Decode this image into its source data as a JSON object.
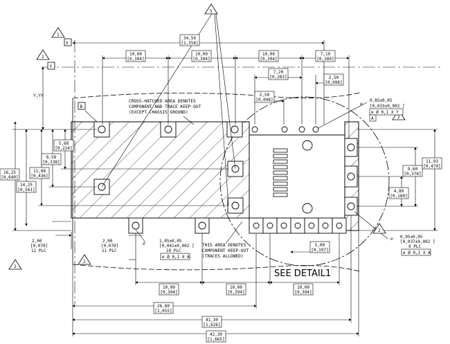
{
  "dimensions": {
    "top": [
      {
        "mm": "34,50",
        "in": "[1,358]"
      },
      {
        "mm": "10,00",
        "in": "[0,394]"
      },
      {
        "mm": "10,00",
        "in": "[0,394]"
      },
      {
        "mm": "10,00",
        "in": "[0,394]"
      },
      {
        "mm": "7,10",
        "in": "[0,280]"
      },
      {
        "mm": "7,20",
        "in": "[0,283]"
      },
      {
        "mm": "2,50",
        "in": "[0,098]"
      },
      {
        "mm": "2,50",
        "in": "[0,098]"
      }
    ],
    "left": [
      {
        "mm": "16,25",
        "in": "[0,640]"
      },
      {
        "mm": "14,25",
        "in": "[0,561]"
      },
      {
        "mm": "11,08",
        "in": "[0,436]"
      },
      {
        "mm": "8,58",
        "in": "[0,338]"
      },
      {
        "mm": "5,68",
        "in": "[0,224]"
      }
    ],
    "yy": "Y,YY",
    "right": [
      {
        "mm": "11,93",
        "in": "[0,470]"
      },
      {
        "mm": "9,60",
        "in": "[0,378]"
      },
      {
        "mm": "4,80",
        "in": "[0,189]"
      }
    ],
    "bottom_left": [
      {
        "mm": "2,00",
        "in": "[0,079]",
        "plc": "11 PLC"
      },
      {
        "mm": "2,00",
        "in": "[0,079]",
        "plc": "11 PLC"
      }
    ],
    "bottom_mid": [
      {
        "mm": "10,00",
        "in": "[0,394]"
      },
      {
        "mm": "10,00",
        "in": "[0,394]"
      },
      {
        "mm": "10,00",
        "in": "[0,394]"
      }
    ],
    "pitch": {
      "mm": "5,00",
      "in": "[0,197]"
    },
    "overall": [
      {
        "mm": "26,80",
        "in": "[1,055]"
      },
      {
        "mm": "41,30",
        "in": "[1,626]"
      },
      {
        "mm": "42,30",
        "in": "[1,665]"
      }
    ]
  },
  "holes": [
    {
      "dia": "0,85±0,05",
      "dia_in": "[0,033±0,002 ]",
      "tol": "⊕ Ø 0,1 X Y",
      "datum": "A"
    },
    {
      "dia": "1,05±0,05",
      "dia_in": "[0,041±0,002 ]",
      "plc": "10 PLC",
      "tol": "⊕ Ø 0,1 X A"
    },
    {
      "dia": "0,95±0,05",
      "dia_in": "[0,037±0,002 ]",
      "plc": "9 PLC",
      "tol": "⊕ Ø 0,1 X A"
    }
  ],
  "datums": {
    "x": "X",
    "y": "Y",
    "b": "B",
    "a": "A"
  },
  "revisions": {
    "r1": "1",
    "r2": "2",
    "r5": "5"
  },
  "notes": {
    "keepout": [
      "CROSS-HATCHED AREA DENOTES",
      "COMPONENT AND TRACE KEEP-OUT",
      "(EXCEPT CHASSIS GROUND)"
    ],
    "allowed": [
      "THIS AREA DENOTES",
      "COMPONENT KEEP-OUT",
      "(TRACES ALLOWED)"
    ],
    "detail": "SEE DETAIL1"
  }
}
